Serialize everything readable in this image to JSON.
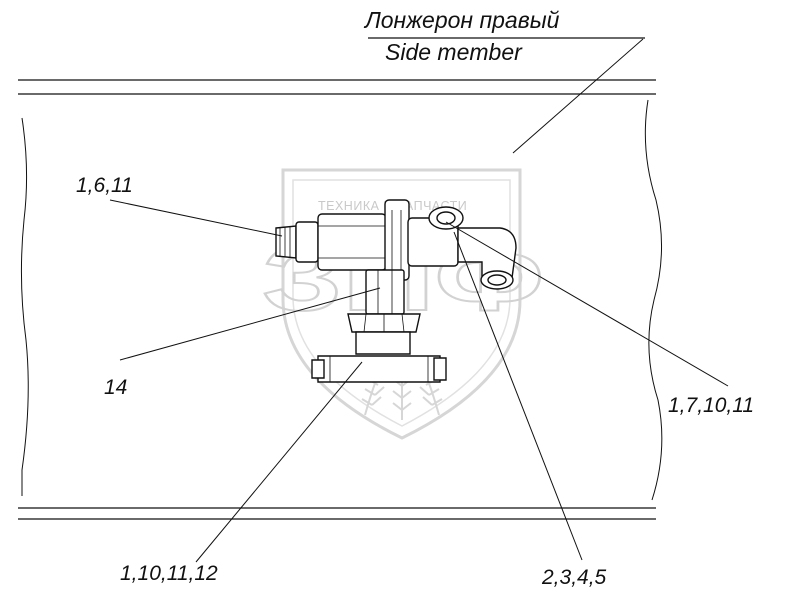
{
  "title": {
    "line1": "Лонжерон правый",
    "line2": "Side member"
  },
  "callouts": {
    "c1": "1,6,11",
    "c2": "14",
    "c3": "1,7,10,11",
    "c4": "1,10,11,12",
    "c5": "2,3,4,5"
  },
  "watermark": {
    "text": "ТЕХНИКА И ЗАПЧАСТИ",
    "logo_letters": "ЗПФ"
  },
  "colors": {
    "line": "#111111",
    "watermark": "#cfcfcf",
    "background": "#ffffff"
  }
}
